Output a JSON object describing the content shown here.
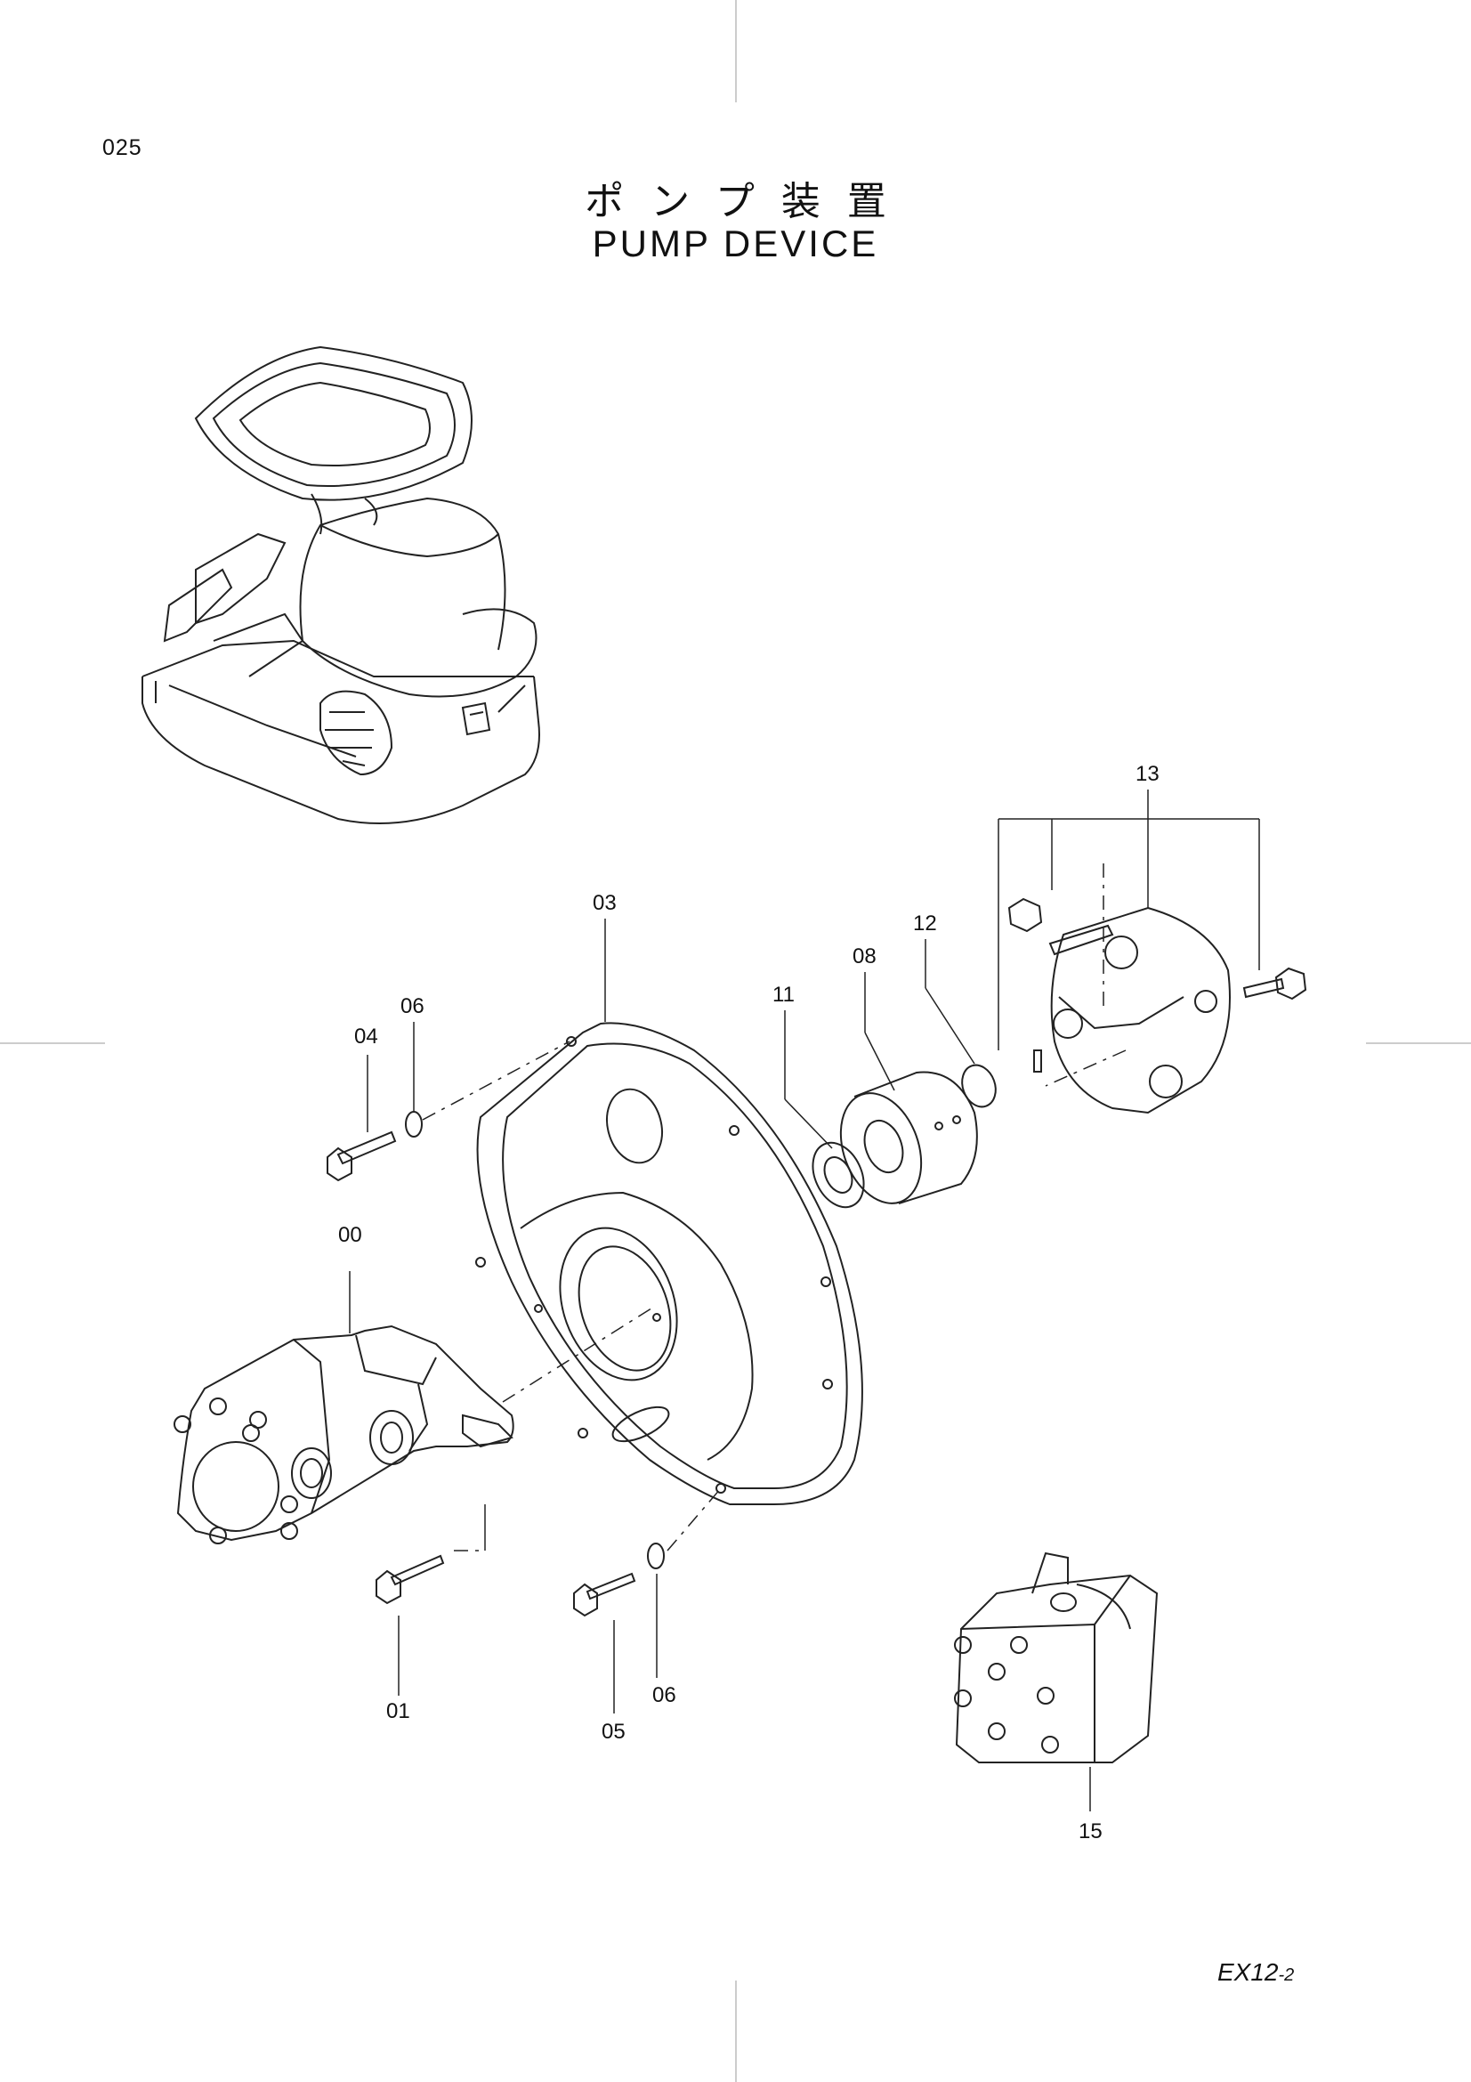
{
  "page": {
    "number": "025",
    "title_jp": "ポンプ装置",
    "title_en": "PUMP DEVICE",
    "model": "EX12",
    "model_suffix": "-2"
  },
  "callouts": {
    "c00": "00",
    "c01": "01",
    "c03": "03",
    "c04": "04",
    "c05": "05",
    "c06a": "06",
    "c06b": "06",
    "c08": "08",
    "c11": "11",
    "c12": "12",
    "c13": "13",
    "c15": "15"
  }
}
